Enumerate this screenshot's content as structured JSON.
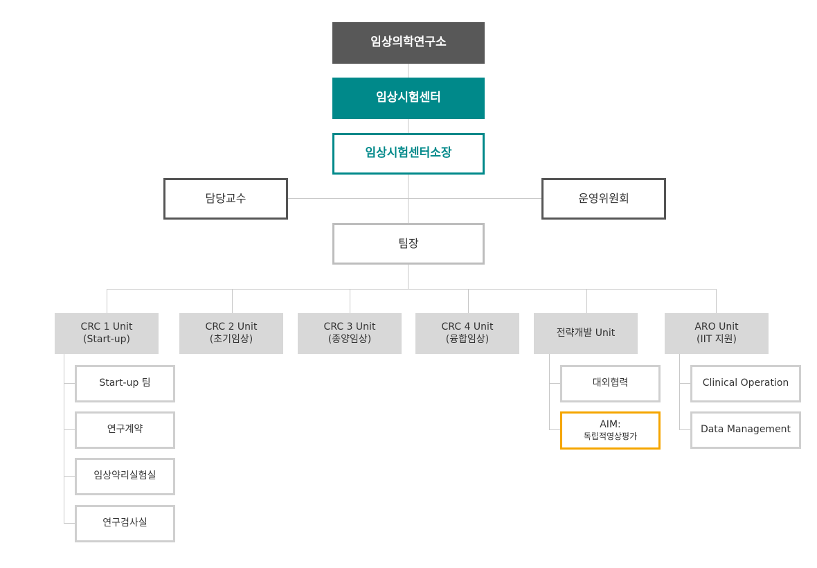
{
  "institute": "임상의학연구소",
  "center": "임상시험센터",
  "director": "임상시험센터소장",
  "left_side": "담당교수",
  "right_side": "운영위원회",
  "team_lead": "팀장",
  "units": [
    {
      "line1": "CRC 1 Unit",
      "line2": "(Start-up)"
    },
    {
      "line1": "CRC 2 Unit",
      "line2": "(초기임상)"
    },
    {
      "line1": "CRC 3 Unit",
      "line2": "(종양임상)"
    },
    {
      "line1": "CRC 4 Unit",
      "line2": "(융합임상)"
    },
    {
      "line1": "전략개발 Unit",
      "line2": ""
    },
    {
      "line1": "ARO Unit",
      "line2": "(IIT 지원)"
    }
  ],
  "crc1_subs": [
    "Start-up 팀",
    "연구계약",
    "임상약리실험실",
    "연구검사실"
  ],
  "strategy_subs": {
    "first": "대외협력",
    "aim_title": "AIM:",
    "aim_sub": "독립적영상평가"
  },
  "aro_subs": [
    "Clinical Operation",
    "Data Management"
  ],
  "colors": {
    "dark": "#585858",
    "teal": "#00898a",
    "side_border": "#555555",
    "unit_bg": "#d8d8d8",
    "sub_border": "#cfcfcf",
    "highlight": "#f5a500",
    "connector": "#c8c8c8"
  }
}
